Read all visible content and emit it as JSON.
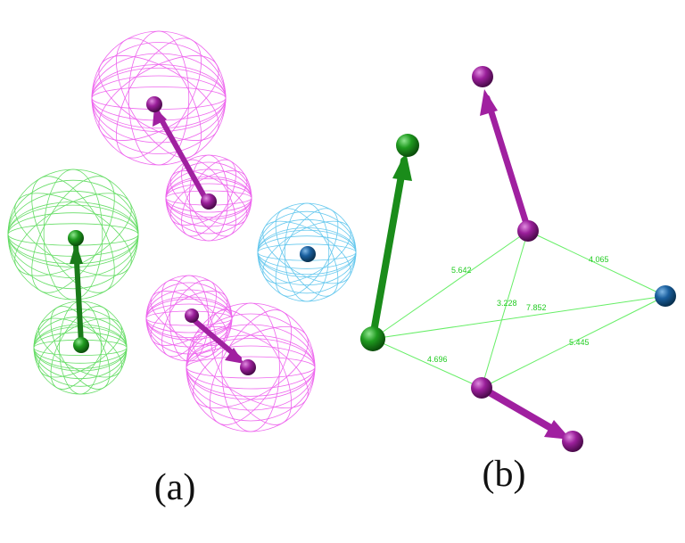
{
  "panels": {
    "a": {
      "label": "(a)"
    },
    "b": {
      "label": "(b)"
    }
  },
  "distances": {
    "d1": "5.642",
    "d2": "4.065",
    "d3": "3.228",
    "d4": "7.852",
    "d5": "4.696",
    "d6": "5.445"
  },
  "colors": {
    "hydrophobic": "#1a8c1a",
    "hydrophobic_mesh": "#66dd66",
    "acceptor": "#a020a0",
    "acceptor_mesh": "#ee66ee",
    "donor_ring": "#1a5f9e",
    "donor_mesh": "#66c8ee",
    "distance_line": "#66ee66"
  }
}
